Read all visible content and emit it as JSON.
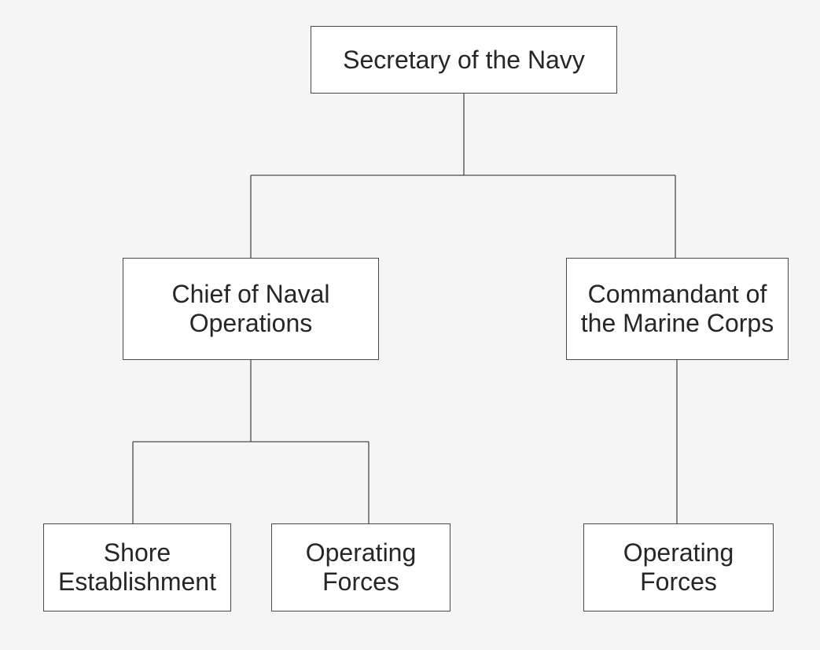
{
  "diagram": {
    "colors": {
      "background": "#f5f5f5",
      "box_fill": "#ffffff",
      "box_border": "#4a4a4a",
      "line": "#4a4a4a",
      "text": "#262626"
    },
    "nodes": {
      "secretary": {
        "line1": "Secretary of the Navy"
      },
      "cno": {
        "line1": "Chief of Naval",
        "line2": "Operations"
      },
      "cmc": {
        "line1": "Commandant of",
        "line2": "the Marine Corps"
      },
      "shore": {
        "line1": "Shore",
        "line2": "Establishment"
      },
      "cno_forces": {
        "line1": "Operating",
        "line2": "Forces"
      },
      "cmc_forces": {
        "line1": "Operating",
        "line2": "Forces"
      }
    },
    "edges": [
      {
        "from": "secretary",
        "to": "cno"
      },
      {
        "from": "secretary",
        "to": "cmc"
      },
      {
        "from": "cno",
        "to": "shore"
      },
      {
        "from": "cno",
        "to": "cno_forces"
      },
      {
        "from": "cmc",
        "to": "cmc_forces"
      }
    ]
  }
}
